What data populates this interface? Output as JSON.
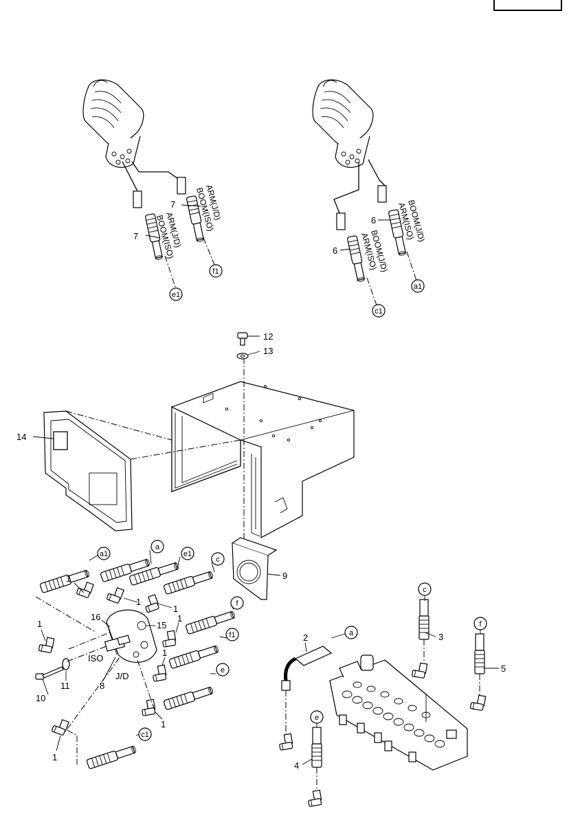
{
  "part_numbers": {
    "p1": "1",
    "p2": "2",
    "p3": "3",
    "p4": "4",
    "p5": "5",
    "p6": "6",
    "p7": "7",
    "p8": "8",
    "p9": "9",
    "p10": "10",
    "p11": "11",
    "p12": "12",
    "p13": "13",
    "p14": "14",
    "p15": "15",
    "p16": "16"
  },
  "connectors": {
    "a": "a",
    "a1": "a1",
    "c": "c",
    "c1": "c1",
    "e": "e",
    "e1": "e1",
    "f": "f",
    "f1": "f1"
  },
  "hose_labels": {
    "arm_jd": "ARM(J/D)",
    "boom_iso": "BOOM(ISO)",
    "boom_jd": "BOOM(J/D)",
    "arm_iso": "ARM(ISO)"
  },
  "block_labels": {
    "iso": "ISO",
    "jd": "J/D"
  }
}
